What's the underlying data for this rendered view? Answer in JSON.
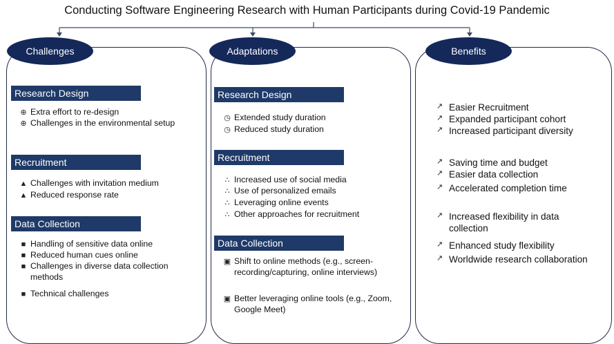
{
  "title": "Conducting Software Engineering Research with Human Participants during Covid-19 Pandemic",
  "colors": {
    "pill": "#14295a",
    "section": "#1f3a68",
    "border": "#1f2a44"
  },
  "challenges": {
    "label": "Challenges",
    "research_design": {
      "header": "Research Design",
      "icon": "magnifier-plus-icon",
      "items": [
        "Extra effort to re-design",
        "Challenges in the environmental setup"
      ]
    },
    "recruitment": {
      "header": "Recruitment",
      "icon": "person-icon",
      "items": [
        "Challenges with invitation medium",
        "Reduced response rate"
      ]
    },
    "data_collection": {
      "header": "Data Collection",
      "icon": "folders-icon",
      "items": [
        "Handling of sensitive data online",
        "Reduced human cues online",
        "Challenges in diverse data collection methods",
        "Technical challenges"
      ]
    }
  },
  "adaptations": {
    "label": "Adaptations",
    "research_design": {
      "header": "Research Design",
      "icon": "stopwatch-icon",
      "items": [
        "Extended study duration",
        "Reduced study duration"
      ]
    },
    "recruitment": {
      "header": "Recruitment",
      "icon": "network-icon",
      "items": [
        "Increased use of social media",
        "Use of personalized emails",
        "Leveraging online events",
        "Other approaches for recruitment"
      ]
    },
    "data_collection": {
      "header": "Data Collection",
      "icon": "monitor-icon",
      "items": [
        "Shift to online methods (e.g., screen-recording/capturing, online interviews)",
        "Better leveraging online tools (e.g., Zoom, Google Meet)"
      ]
    }
  },
  "benefits": {
    "label": "Benefits",
    "icon": "group-arrow-icon",
    "items": [
      "Easier Recruitment",
      "Expanded participant cohort",
      "Increased participant diversity",
      "Saving time and budget",
      "Easier data collection",
      "Accelerated completion time",
      "Increased flexibility in data collection",
      "Enhanced study flexibility",
      "Worldwide research collaboration"
    ]
  }
}
